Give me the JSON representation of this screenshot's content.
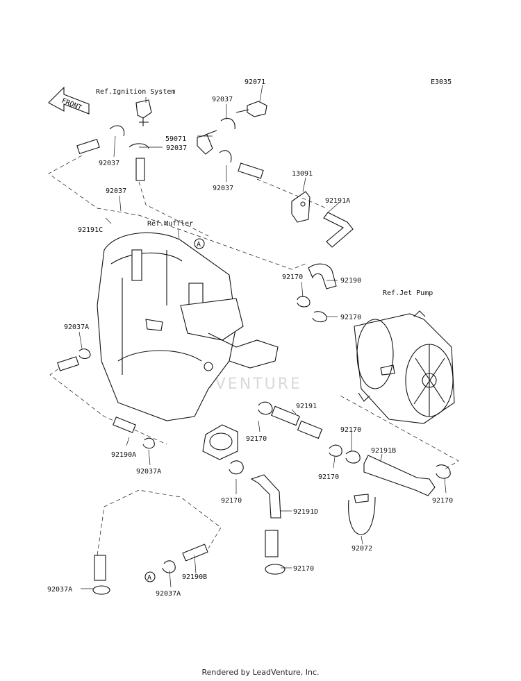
{
  "diagram_code": "E3035",
  "front_arrow": "FRONT",
  "references": {
    "ignition": "Ref.Ignition System",
    "muffler": "Ref.Muffler",
    "jet_pump": "Ref.Jet Pump"
  },
  "callout_marker": "A",
  "watermark": "LEADVENTURE",
  "parts": {
    "p92071": "92071",
    "p92037_a": "92037",
    "p92037_b": "92037",
    "p92037_c": "92037",
    "p92037_d": "92037",
    "p92037_e": "92037",
    "p59071": "59071",
    "p13091": "13091",
    "p92191A": "92191A",
    "p92191C": "92191C",
    "p92170_1": "92170",
    "p92190": "92190",
    "p92170_2": "92170",
    "p92037A_1": "92037A",
    "p92191": "92191",
    "p92170_3": "92170",
    "p92170_4": "92170",
    "p92170_5": "92170",
    "p92191B": "92191B",
    "p92170_6": "92170",
    "p92190A": "92190A",
    "p92037A_2": "92037A",
    "p92170_7": "92170",
    "p92191D": "92191D",
    "p92072": "92072",
    "p92037A_3": "92037A",
    "p92190B": "92190B",
    "p92037A_4": "92037A",
    "p92170_8": "92170"
  },
  "footer": "Rendered by LeadVenture, Inc."
}
